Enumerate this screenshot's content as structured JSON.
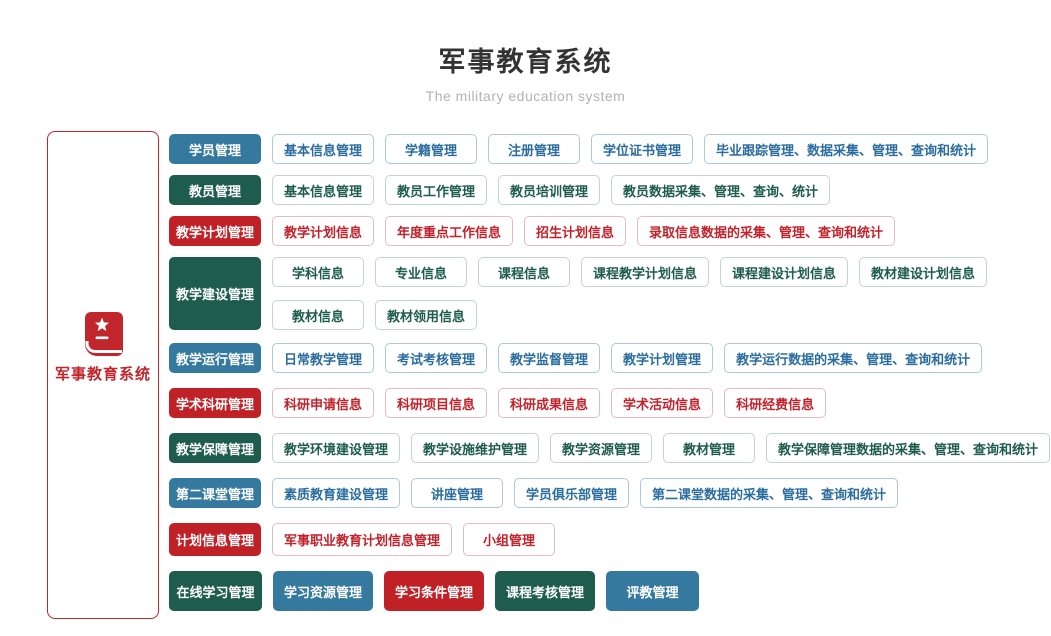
{
  "header": {
    "title": "军事教育系统",
    "subtitle": "The military education system"
  },
  "sidebar": {
    "label": "军事教育系统",
    "icon": "book-star-icon"
  },
  "palette": {
    "blue": "#35799f",
    "green": "#1e5c4d",
    "red": "#bf2127",
    "outline_blue_text": "#2b6d9f",
    "outline_blue_border": "#aac8de",
    "outline_green_text": "#1e5c4d",
    "outline_green_border": "#c3d5d0",
    "outline_red_text": "#c0232b",
    "outline_red_border": "#e5bcbf",
    "sidebar_red": "#c0262c",
    "title_color": "#333333",
    "subtitle_gray": "#b2b2b2"
  },
  "rows": [
    {
      "category": {
        "label": "学员管理",
        "color": "blue"
      },
      "variant": "outline",
      "lines": [
        [
          {
            "label": "基本信息管理"
          },
          {
            "label": "学籍管理"
          },
          {
            "label": "注册管理"
          },
          {
            "label": "学位证书管理"
          },
          {
            "label": "毕业跟踪管理、数据采集、管理、查询和统计"
          }
        ]
      ]
    },
    {
      "category": {
        "label": "教员管理",
        "color": "green"
      },
      "variant": "outline",
      "lines": [
        [
          {
            "label": "基本信息管理"
          },
          {
            "label": "教员工作管理"
          },
          {
            "label": "教员培训管理"
          },
          {
            "label": "教员数据采集、管理、查询、统计"
          }
        ]
      ]
    },
    {
      "category": {
        "label": "教学计划管理",
        "color": "red"
      },
      "variant": "outline",
      "lines": [
        [
          {
            "label": "教学计划信息"
          },
          {
            "label": "年度重点工作信息"
          },
          {
            "label": "招生计划信息"
          },
          {
            "label": "录取信息数据的采集、管理、查询和统计"
          }
        ]
      ]
    },
    {
      "category": {
        "label": "教学建设管理",
        "color": "green"
      },
      "variant": "outline",
      "lines": [
        [
          {
            "label": "学科信息"
          },
          {
            "label": "专业信息"
          },
          {
            "label": "课程信息"
          },
          {
            "label": "课程教学计划信息"
          },
          {
            "label": "课程建设计划信息"
          },
          {
            "label": "教材建设计划信息"
          }
        ],
        [
          {
            "label": "教材信息"
          },
          {
            "label": "教材领用信息"
          }
        ]
      ]
    },
    {
      "category": {
        "label": "教学运行管理",
        "color": "blue"
      },
      "variant": "outline",
      "lines": [
        [
          {
            "label": "日常教学管理"
          },
          {
            "label": "考试考核管理"
          },
          {
            "label": "教学监督管理"
          },
          {
            "label": "教学计划管理"
          },
          {
            "label": "教学运行数据的采集、管理、查询和统计"
          }
        ]
      ]
    },
    {
      "category": {
        "label": "学术科研管理",
        "color": "red"
      },
      "variant": "outline",
      "lines": [
        [
          {
            "label": "科研申请信息"
          },
          {
            "label": "科研项目信息"
          },
          {
            "label": "科研成果信息"
          },
          {
            "label": "学术活动信息"
          },
          {
            "label": "科研经费信息"
          }
        ]
      ]
    },
    {
      "category": {
        "label": "教学保障管理",
        "color": "green"
      },
      "variant": "outline",
      "lines": [
        [
          {
            "label": "教学环境建设管理"
          },
          {
            "label": "教学设施维护管理"
          },
          {
            "label": "教学资源管理"
          },
          {
            "label": "教材管理"
          },
          {
            "label": "教学保障管理数据的采集、管理、查询和统计"
          }
        ]
      ]
    },
    {
      "category": {
        "label": "第二课堂管理",
        "color": "blue"
      },
      "variant": "outline",
      "lines": [
        [
          {
            "label": "素质教育建设管理"
          },
          {
            "label": "讲座管理"
          },
          {
            "label": "学员俱乐部管理"
          },
          {
            "label": "第二课堂数据的采集、管理、查询和统计"
          }
        ]
      ]
    },
    {
      "category": {
        "label": "计划信息管理",
        "color": "red"
      },
      "variant": "outline",
      "lines": [
        [
          {
            "label": "军事职业教育计划信息管理"
          },
          {
            "label": "小组管理"
          }
        ]
      ]
    },
    {
      "category": {
        "label": "在线学习管理",
        "color": "green"
      },
      "variant": "solid",
      "lines": [
        [
          {
            "label": "学习资源管理",
            "color": "blue"
          },
          {
            "label": "学习条件管理",
            "color": "red"
          },
          {
            "label": "课程考核管理",
            "color": "green"
          },
          {
            "label": "评教管理",
            "color": "blue"
          }
        ]
      ]
    }
  ]
}
